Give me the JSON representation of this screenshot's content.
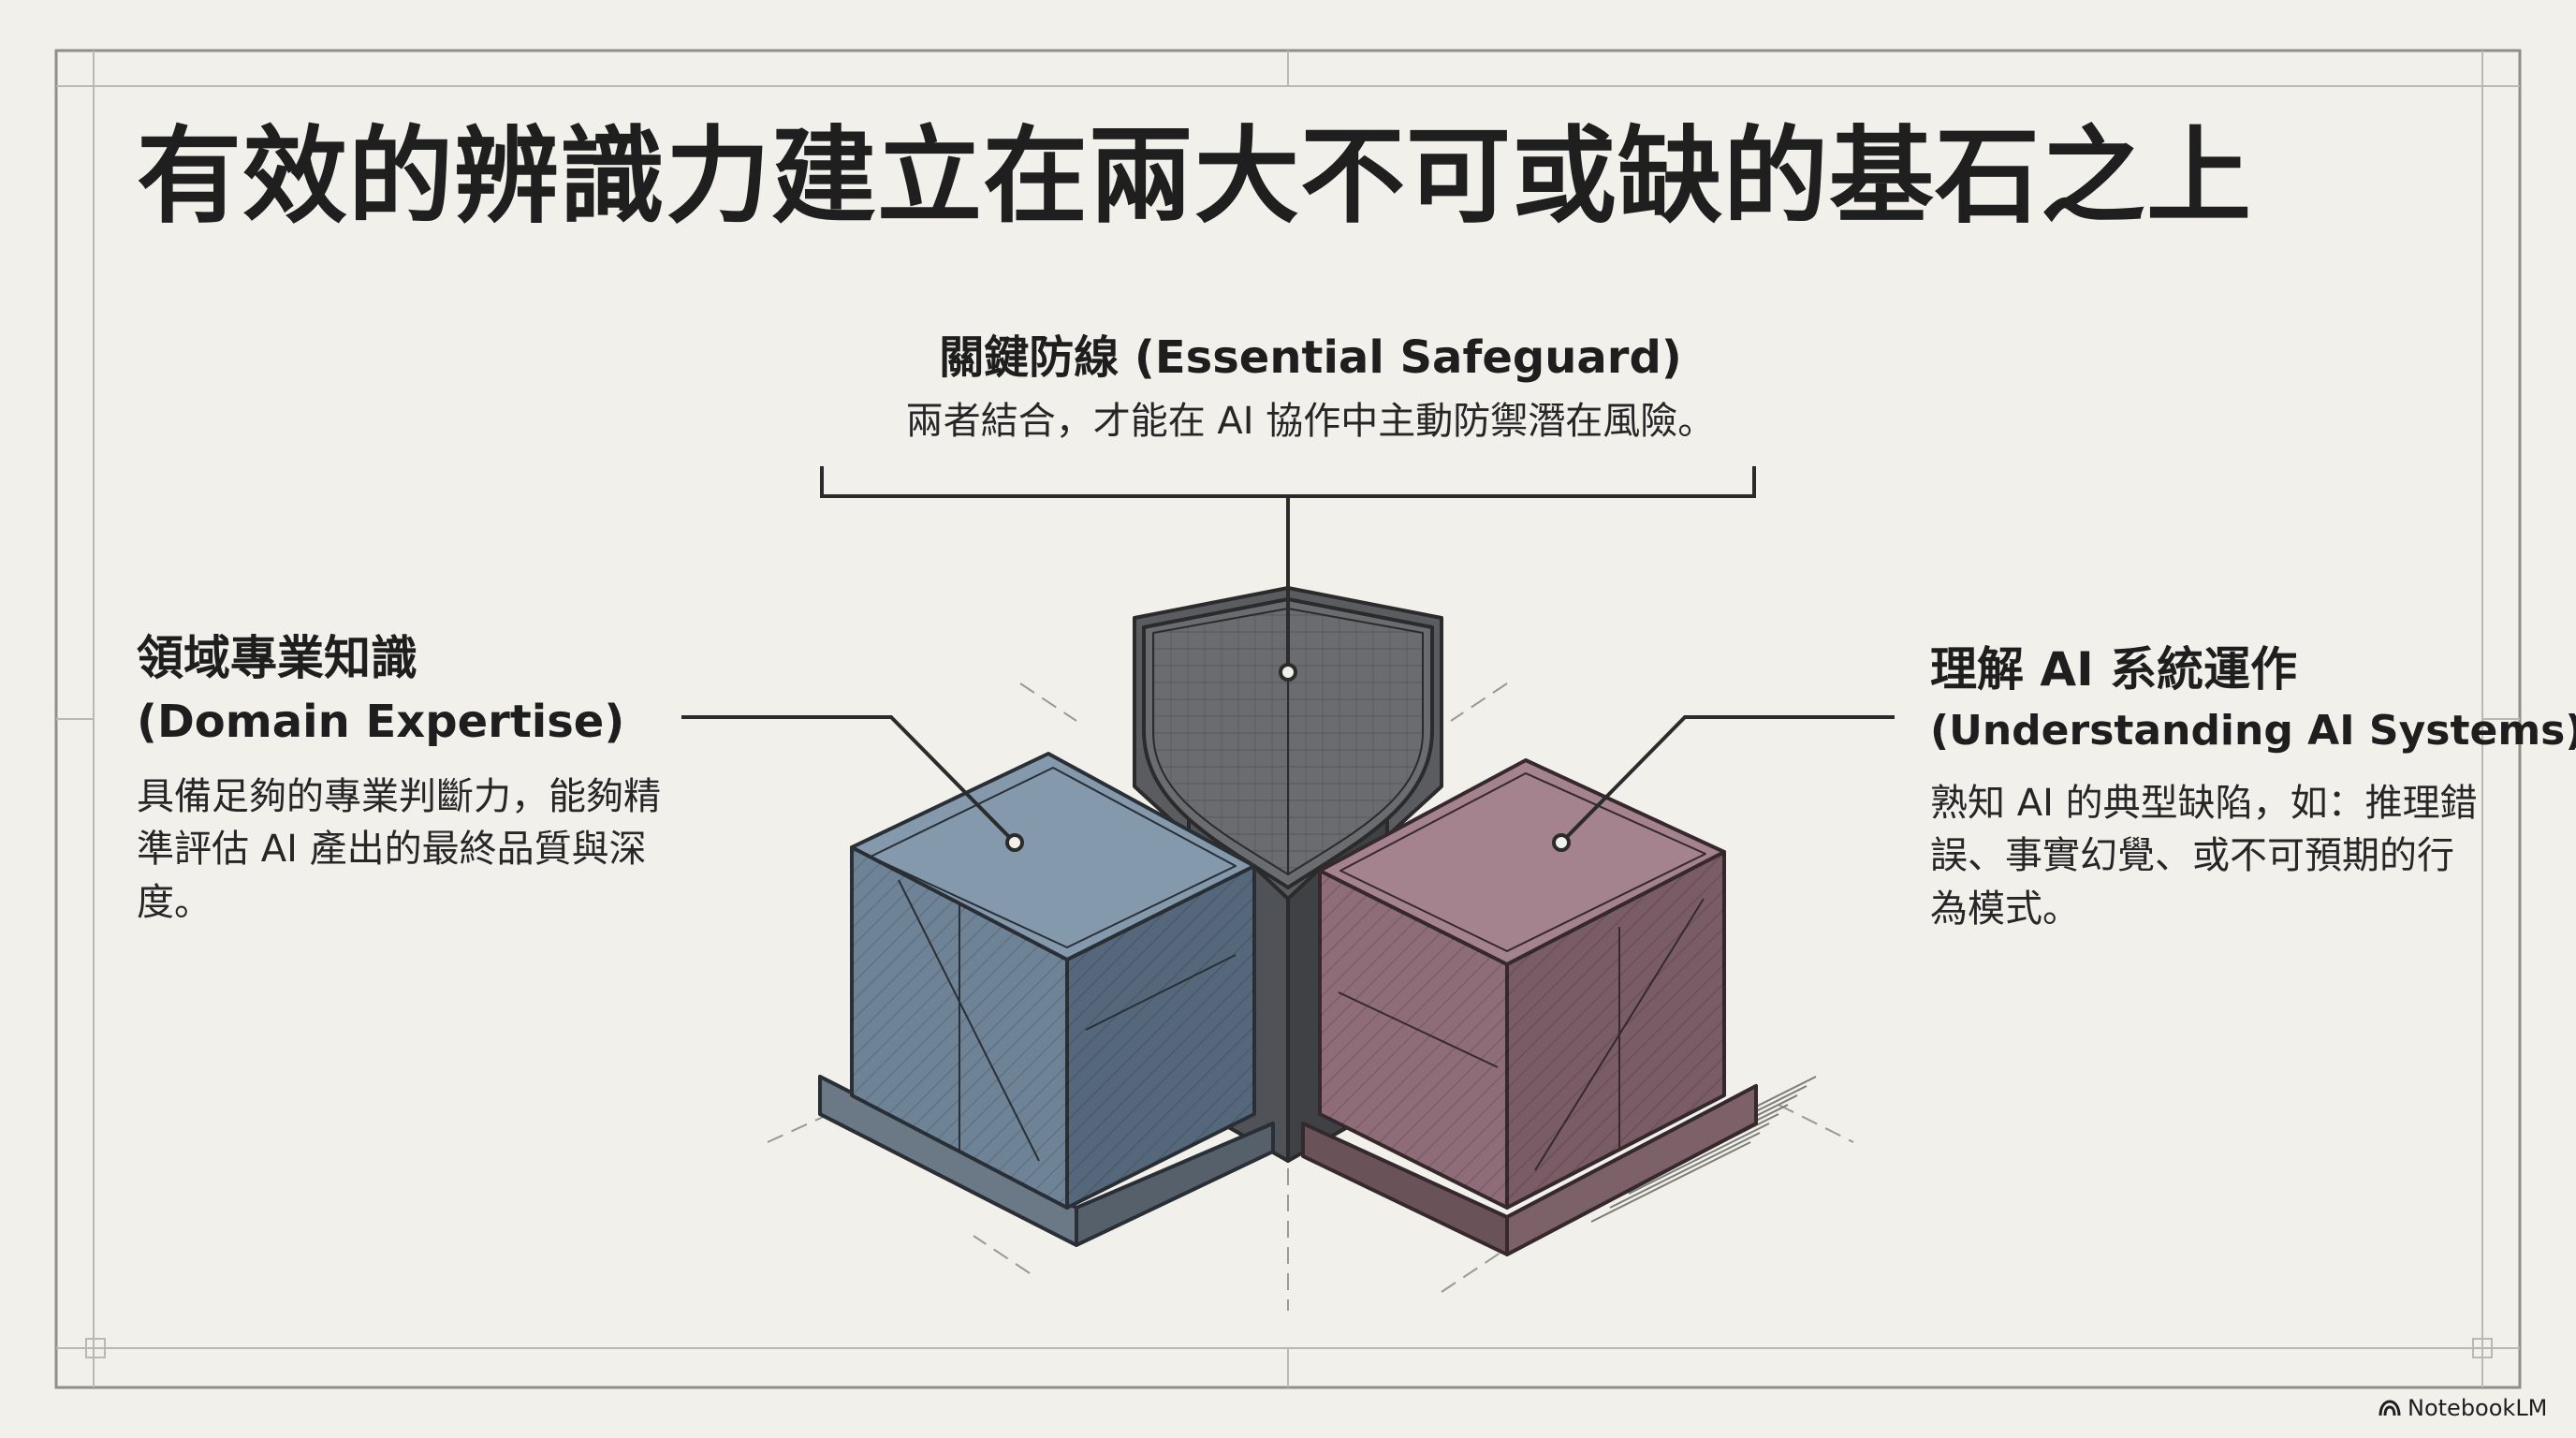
{
  "title": "有效的辨識力建立在兩大不可或缺的基石之上",
  "center": {
    "heading": "關鍵防線 (Essential Safeguard)",
    "description": "兩者結合，才能在 AI 協作中主動防禦潛在風險。",
    "icon": "shield-icon"
  },
  "left": {
    "heading": "領域專業知識",
    "subheading": "(Domain Expertise)",
    "description": "具備足夠的專業判斷力，能夠精準評估 AI 產出的最終品質與深度。",
    "color": "#6e8296",
    "icon": "cube-icon"
  },
  "right": {
    "heading": "理解 AI 系統運作",
    "subheading": "(Understanding AI Systems)",
    "description": "熟知 AI 的典型缺陷，如：推理錯誤、事實幻覺、或不可預期的行為模式。",
    "color": "#8d6c76",
    "icon": "cube-icon"
  },
  "brand": {
    "label": "NotebookLM",
    "icon": "notebooklm-logo-icon"
  }
}
